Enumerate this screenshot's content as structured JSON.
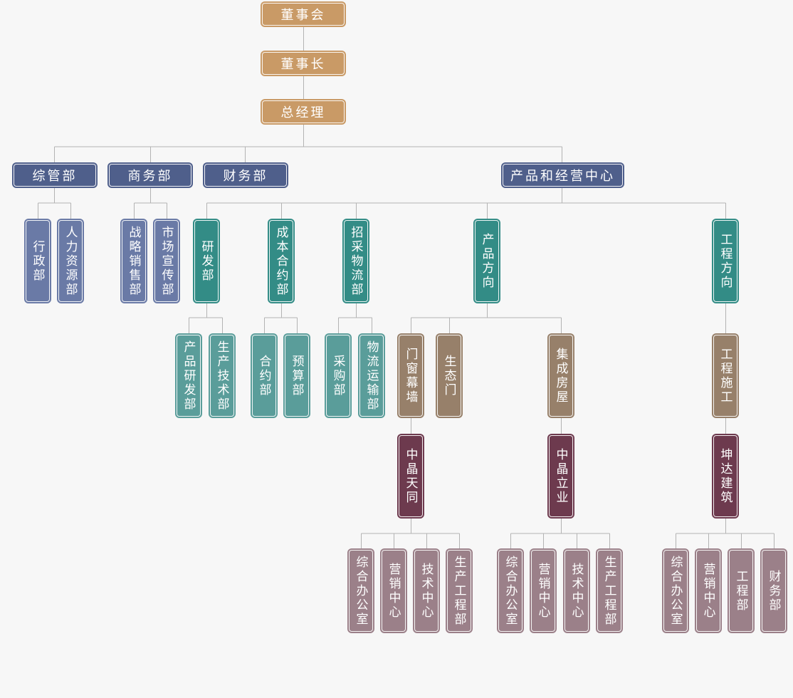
{
  "nodes": {
    "board": "董事会",
    "chairman": "董事长",
    "gm": "总经理",
    "zongguan": "综管部",
    "shangwu": "商务部",
    "caiwu": "财务部",
    "product_center": "产品和经营中心",
    "xingzheng": "行政部",
    "renli": "人力资源部",
    "zhanlue": "战略销售部",
    "shichang": "市场宣传部",
    "yanfa": "研发部",
    "chengben": "成本合约部",
    "zhaocai": "招采物流部",
    "product_dir": "产品方向",
    "engineering_dir": "工程方向",
    "chanpin_yanfa": "产品研发部",
    "shengchan_jishu": "生产技术部",
    "heyue": "合约部",
    "yusuan": "预算部",
    "caigou": "采购部",
    "wuliu": "物流运输部",
    "menchuang": "门窗幕墙",
    "shengtai": "生态门",
    "jicheng": "集成房屋",
    "gongcheng_shigong": "工程施工",
    "zhongjing_tiantong": "中晶天同",
    "zhongjing_liye": "中晶立业",
    "kunda": "坤达建筑",
    "t_zonghe": "综合办公室",
    "t_yingxiao": "营销中心",
    "t_jishu": "技术中心",
    "t_shengchan": "生产工程部",
    "l_zonghe": "综合办公室",
    "l_yingxiao": "营销中心",
    "l_jishu": "技术中心",
    "l_shengchan": "生产工程部",
    "k_zonghe": "综合办公室",
    "k_yingxiao": "营销中心",
    "k_gongcheng": "工程部",
    "k_caiwu": "财务部"
  },
  "colors": {
    "background": "#f7f7f7",
    "connector": "#b3b3b3",
    "executive": "#c99a66",
    "department": "#4f5f8b",
    "admin_sub": "#6a7aa6",
    "business_unit": "#338c86",
    "business_sub": "#5a9d9a",
    "product_line": "#97806a",
    "company": "#6d3a4e",
    "company_sub": "#9b8089"
  }
}
